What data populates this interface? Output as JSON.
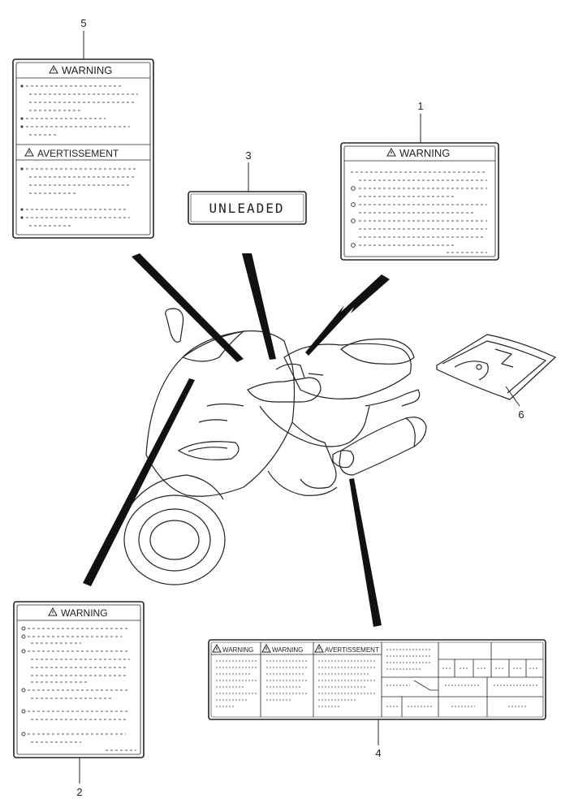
{
  "callouts": [
    "1",
    "2",
    "3",
    "4",
    "5",
    "6"
  ],
  "labels": {
    "warning": "WARNING",
    "avertissement": "AVERTISSEMENT",
    "unleaded": "UNLEADED"
  },
  "icons": {
    "warning_symbol": "warning-triangle-icon"
  },
  "colors": {
    "line": "#222222",
    "paper": "#ffffff"
  }
}
